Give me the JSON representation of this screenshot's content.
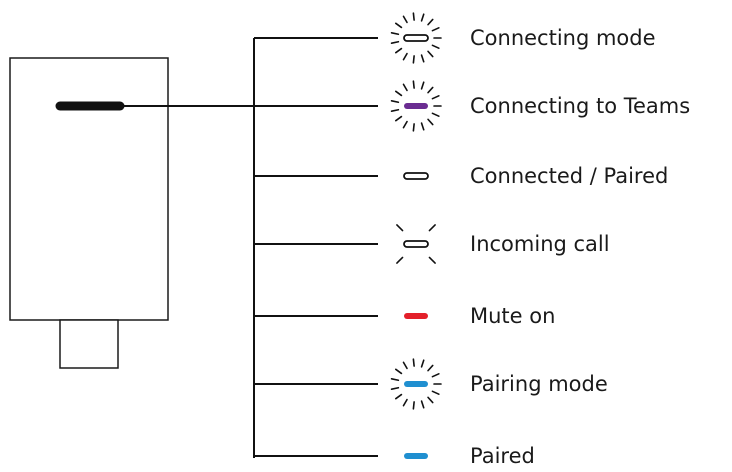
{
  "colors": {
    "line": "#111111",
    "outline": "#1a1a1a",
    "white_led": "#ffffff",
    "purple": "#6a2c91",
    "red": "#e3202a",
    "blue": "#1f8fd0",
    "device_led": "#111111"
  },
  "states": [
    {
      "label": "Connecting mode",
      "led_color": "white_led",
      "indicator": "blinking-all-around"
    },
    {
      "label": "Connecting to Teams",
      "led_color": "purple",
      "indicator": "blinking-all-around"
    },
    {
      "label": "Connected / Paired",
      "led_color": "white_led",
      "indicator": "steady"
    },
    {
      "label": "Incoming call",
      "led_color": "white_led",
      "indicator": "flashing-corners"
    },
    {
      "label": "Mute on",
      "led_color": "red",
      "indicator": "steady"
    },
    {
      "label": "Pairing mode",
      "led_color": "blue",
      "indicator": "blinking-all-around"
    },
    {
      "label": "Paired",
      "led_color": "blue",
      "indicator": "steady"
    }
  ]
}
